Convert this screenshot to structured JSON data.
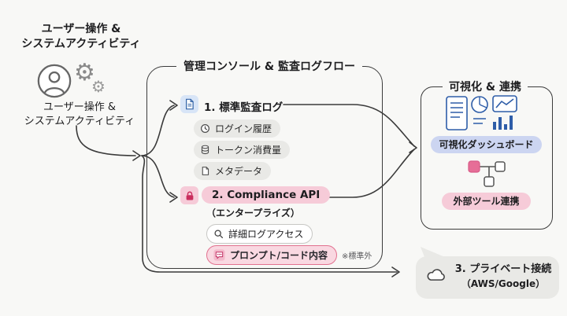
{
  "left": {
    "title_line1": "ユーザー操作 &",
    "title_line2": "システムアクティビティ",
    "caption_line1": "ユーザー操作 &",
    "caption_line2": "システムアクティビティ"
  },
  "console_box": {
    "title": "管理コンソール & 監査ログフロー",
    "section1": {
      "label": "1. 標準監査ログ",
      "items": [
        {
          "icon": "clock-icon",
          "label": "ログイン履歴"
        },
        {
          "icon": "database-icon",
          "label": "トークン消費量"
        },
        {
          "icon": "file-icon",
          "label": "メタデータ"
        }
      ]
    },
    "section2": {
      "label": "2. Compliance API",
      "sublabel": "（エンタープライズ）",
      "items": [
        {
          "icon": "search-icon",
          "label": "詳細ログアクセス"
        },
        {
          "icon": "chat-icon",
          "label": "プロンプト/コード内容",
          "note": "※標準外"
        }
      ]
    }
  },
  "viz_box": {
    "title": "可視化 & 連携",
    "dashboard_label": "可視化ダッシュボード",
    "external_label": "外部ツール連携"
  },
  "private_bubble": {
    "line1": "3. プライベート接続",
    "line2": "（AWS/Google）"
  },
  "icons": [
    "user-avatar-icon",
    "gears-icon",
    "audit-document-icon",
    "clock-icon",
    "database-icon",
    "file-icon",
    "lock-icon",
    "search-icon",
    "chat-icon",
    "dashboard-panel-icon",
    "pie-chart-icon",
    "line-chart-icon",
    "bar-chart-icon",
    "flow-nodes-icon",
    "cloud-icon"
  ],
  "colors": {
    "background": "#f8f8f6",
    "stroke": "#3a3a3a",
    "blue_icon_bg": "#d8e5f7",
    "blue_icon": "#3465a8",
    "pink_bg": "#f6cbd8",
    "pink_strong": "#c92d5d",
    "gray_pill": "#e9e9e6",
    "periwinkle_pill": "#ccd5f1",
    "bubble_gray": "#e9e9e6"
  }
}
